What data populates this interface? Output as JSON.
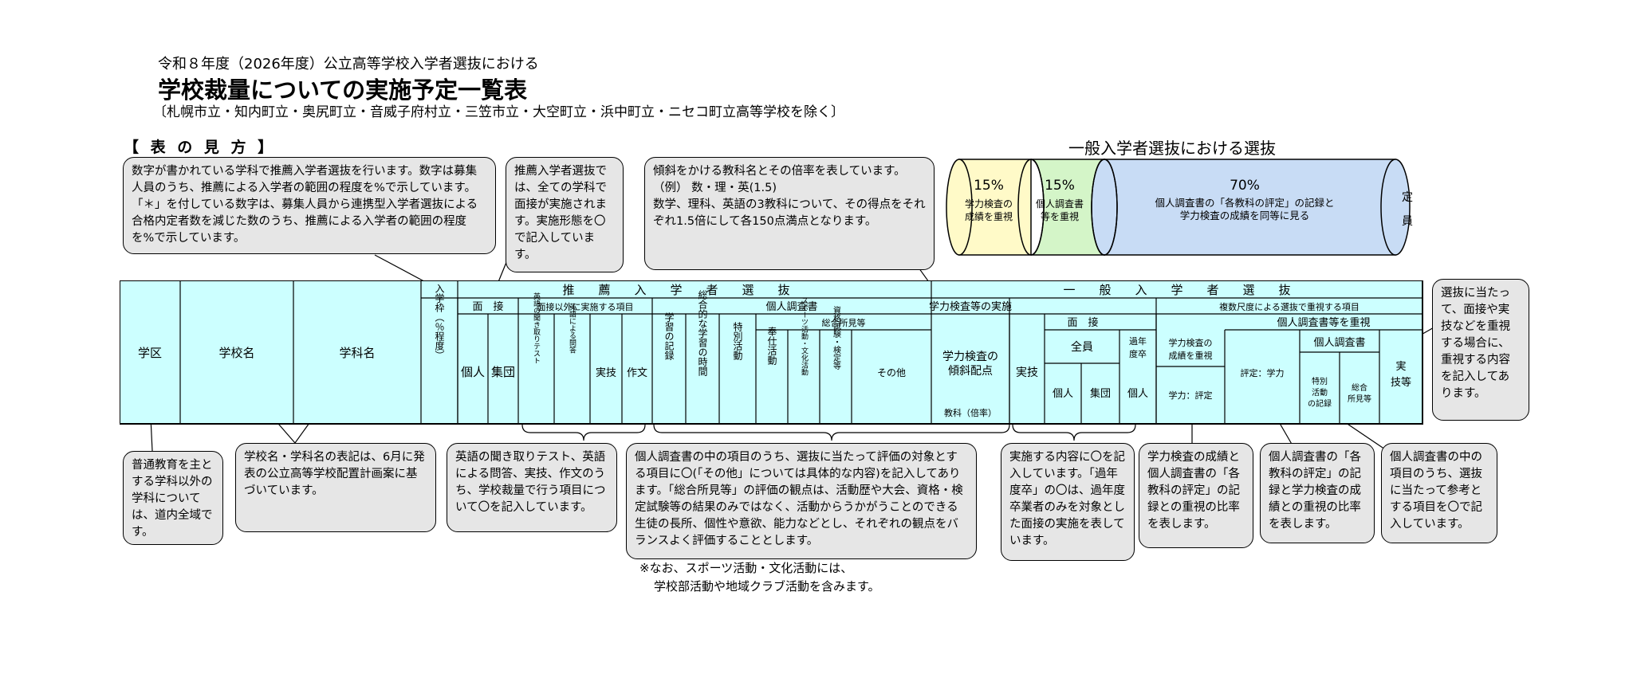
{
  "title": {
    "line1": "令和８年度（2026年度）公立高等学校入学者選抜における",
    "line2": "学校裁量についての実施予定一覧表",
    "line3": "〔札幌市立・知内町立・奥尻町立・音威子府村立・三笠市立・大空町立・浜中町立・ニセコ町立高等学校を除く〕"
  },
  "guide_label": "【 表 の 見 方 】",
  "general_heading": "一般入学者選抜における選抜",
  "cylinder": {
    "seg1_pct": "15%",
    "seg1_l1": "学力検査の",
    "seg1_l2": "成績を重視",
    "seg2_pct": "15%",
    "seg2_l1": "個人調査書",
    "seg2_l2": "等を重視",
    "seg3_pct": "70%",
    "seg3_l1": "個人調査書の「各教科の評定」の記録と",
    "seg3_l2": "学力検査の成績を同等に見る",
    "end_l1": "定",
    "end_l2": "員",
    "colors": {
      "seg1": "#fffac8",
      "seg2": "#d4f5c8",
      "seg3": "#c8dcf5"
    }
  },
  "bubbles_top": {
    "b1": "数字が書かれている学科で推薦入学者選抜を行います。数字は募集人員のうち、推薦による入学者の範囲の程度を%で示しています。「＊」を付している数字は、募集人員から連携型入学者選抜による合格内定者数を減じた数のうち、推薦による入学者の範囲の程度を%で示しています。",
    "b2": "推薦入学者選抜では、全ての学科で面接が実施されます。実施形態を〇で記入しています。",
    "b3_l1": "傾斜をかける教科名とその倍率を表しています。",
    "b3_l2": "（例） 数・理・英(1.5)",
    "b3_l3": "数学、理科、英語の3教科について、その得点をそれぞれ1.5倍にして各150点満点となります。",
    "b4": "選抜に当たって、面接や実技などを重視する場合に、重視する内容を記入してあります。"
  },
  "bubbles_bottom": {
    "b1": "普通教育を主とする学科以外の学科については、道内全域です。",
    "b2": "学校名・学科名の表記は、6月に発表の公立高等学校配置計画案に基づいています。",
    "b3": "英語の聞き取りテスト、英語による問答、実技、作文のうち、学校裁量で行う項目について〇を記入しています。",
    "b4": "個人調査書の中の項目のうち、選抜に当たって評価の対象とする項目に〇(「その他」については具体的な内容)を記入してあります。「総合所見等」の評価の観点は、活動歴や大会、資格・検定試験等の結果のみではなく、活動からうかがうことのできる生徒の長所、個性や意欲、能力などとし、それぞれの観点をバランスよく評価することとします。",
    "b5": "実施する内容に〇を記入しています。「過年度卒」の〇は、過年度卒業者のみを対象とした面接の実施を表しています。",
    "b6": "学力検査の成績と個人調査書の「各教科の評定」の記録との重視の比率を表します。",
    "b7": "個人調査書の「各教科の評定」の記録と学力検査の成績との重視の比率を表します。",
    "b8": "個人調査書の中の項目のうち、選抜に当たって参考とする項目を〇で記入しています。"
  },
  "footnote": {
    "l1": "※なお、スポーツ活動・文化活動には、",
    "l2": "学校部活動や地域クラブ活動を含みます。"
  },
  "table": {
    "fill": "#ccffff",
    "c_gakku": "学区",
    "c_school": "学校名",
    "c_dept": "学科名",
    "suisen_head": "推　　薦　　入　　学　　者　　選　　抜",
    "ippan_head": "一　　般　　入　　学　　者　　選　　抜",
    "nyugaku_waku": "入学枠（％程度）",
    "mensetsu": "面　接",
    "kojin": "個人",
    "shudan": "集団",
    "igai": "面接以外に実施する項目",
    "eigo_test": "英語の聞き取りテスト",
    "eigo_mondo": "英語による問答",
    "jitsugi": "実技",
    "sakubun": "作文",
    "kojin_chosa": "個人調査書",
    "sogo_shoken": "総合所見等",
    "gakushu_kiroku": "学習の記録",
    "sogo_jikan": "総合的な学習の時間",
    "tokubetsu": "特別活動",
    "hoshi": "奉仕活動",
    "sports": "スポーツ活動・文化活動",
    "shikaku": "資格試験・検定等",
    "sonota": "その他",
    "gakuryoku_jisshi": "学力検査等の実施",
    "keisha_l1": "学力検査の",
    "keisha_l2": "傾斜配点",
    "kyoka_bairitsu": "教科（倍率）",
    "jitsugi2": "実技",
    "mensetsu2": "面　接",
    "zenin": "全員",
    "kanen_l1": "過年",
    "kanen_l2": "度卒",
    "kojin2": "個人",
    "shudan2": "集団",
    "kojin3": "個人",
    "fukusu": "複数尺度による選抜で重視する項目",
    "gakuryoku_seiseki_l1": "学力検査の",
    "gakuryoku_seiseki_l2": "成績を重視",
    "gakuryoku_hyotei": "学力：評定",
    "kojin_juushi": "個人調査書等を重視",
    "hyotei_gakuryoku": "評定：学力",
    "kojin_chosa2": "個人調査書",
    "tokubetsu_l1": "特別",
    "tokubetsu_l2": "活動",
    "tokubetsu_l3": "の記録",
    "sogo_l1": "総合",
    "sogo_l2": "所見等",
    "jitsugito_l1": "実",
    "jitsugito_l2": "技等"
  }
}
